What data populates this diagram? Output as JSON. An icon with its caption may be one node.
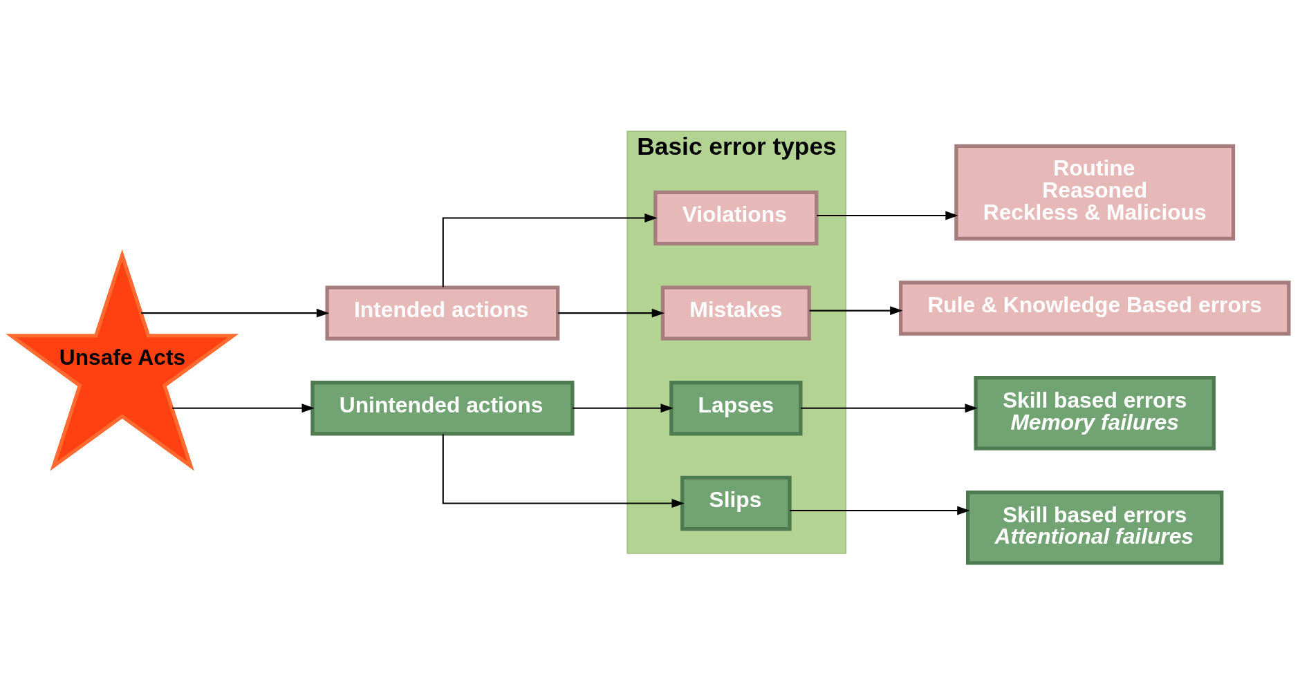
{
  "diagram": {
    "nodes": [
      {
        "text": [
          "Unsafe Acts"
        ]
      },
      {
        "text": [
          "Intended actions"
        ]
      },
      {
        "text": [
          "Unintended actions"
        ]
      },
      {
        "text": [
          "Basic error types"
        ]
      },
      {
        "text": [
          "Violations"
        ],
        "in": 3
      },
      {
        "text": [
          "Mistakes"
        ],
        "in": 3
      },
      {
        "text": [
          "Lapses"
        ],
        "in": 3
      },
      {
        "text": [
          "Slips"
        ],
        "in": 3
      },
      {
        "text": [
          "Routine",
          "Reasoned",
          "Reckless & Malicious"
        ]
      },
      {
        "text": [
          "Rule & Knowledge Based errors"
        ]
      },
      {
        "text": [
          "Skill based errors",
          "Memory failures"
        ]
      },
      {
        "text": [
          "Skill based errors",
          "Attentional failures"
        ]
      }
    ],
    "edges": [
      {
        "from": 0,
        "to": 1,
        "arrow": "to"
      },
      {
        "from": 0,
        "to": 2,
        "arrow": "to"
      },
      {
        "from": 1,
        "to": 4,
        "arrow": "to"
      },
      {
        "from": 1,
        "to": 5,
        "arrow": "to"
      },
      {
        "from": 2,
        "to": 6,
        "arrow": "to"
      },
      {
        "from": 2,
        "to": 7,
        "arrow": "to"
      },
      {
        "from": 4,
        "to": 8,
        "arrow": "to"
      },
      {
        "from": 5,
        "to": 9,
        "arrow": "to"
      },
      {
        "from": 6,
        "to": 10,
        "arrow": "to"
      },
      {
        "from": 7,
        "to": 11,
        "arrow": "to"
      }
    ]
  }
}
